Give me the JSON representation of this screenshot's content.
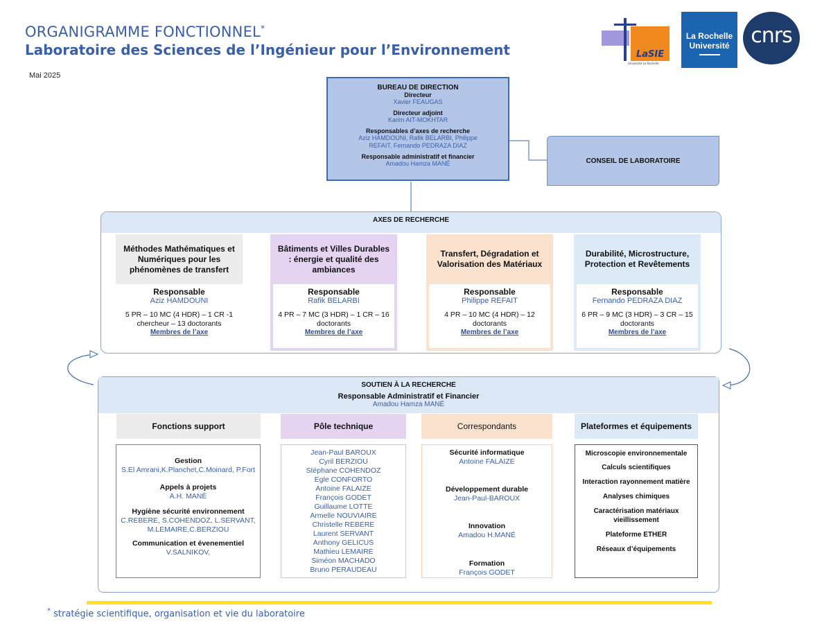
{
  "header": {
    "title": "ORGANIGRAMME FONCTIONNEL",
    "title_mark": "*",
    "subtitle": "Laboratoire des Sciences de l’Ingénieur pour l’Environnement",
    "date": "Mai 2025"
  },
  "logos": {
    "lasie": "LaSIE",
    "lasie_sub": "Université La Rochelle",
    "lr_line1": "La Rochelle",
    "lr_line2": "Université",
    "cnrs": "cnrs"
  },
  "bureau": {
    "title": "BUREAU DE DIRECTION",
    "directeur_role": "Directeur",
    "directeur_name": "Xavier FEAUGAS",
    "adjoint_role": "Directeur adjoint",
    "adjoint_name": "Karim AIT-MOKHTAR",
    "axes_role": "Responsables d’axes de recherche",
    "axes_names_1": "Aziz HAMDOUNI, Rafik BELARBI, Philippe",
    "axes_names_2": "REFAIT, Fernando PEDRAZA DIAZ",
    "admin_role": "Responsable administratif et financier",
    "admin_name": "Amadou Hamza MANÉ"
  },
  "conseil": {
    "label": "CONSEIL DE LABORATOIRE"
  },
  "axes": {
    "title": "AXES DE RECHERCHE",
    "items": [
      {
        "title": "Méthodes Mathématiques et Numériques pour les phénomènes de transfert",
        "resp_label": "Responsable",
        "resp_name": "Aziz HAMDOUNI",
        "stats": "5 PR – 10 MC (4 HDR) – 1 CR -1 chercheur – 13 doctorants",
        "members": "Membres de l’axe",
        "color": "#ececec"
      },
      {
        "title": "Bâtiments et Villes Durables : énergie et qualité des ambiances",
        "resp_label": "Responsable",
        "resp_name": "Rafik BELARBI",
        "stats": "4 PR – 7 MC (3 HDR) – 1 CR – 16 doctorants",
        "members": "Membres de l’axe",
        "color": "#e5d3f2"
      },
      {
        "title": "Transfert, Dégradation et Valorisation des Matériaux",
        "resp_label": "Responsable",
        "resp_name": "Philippe REFAIT",
        "stats": "4 PR – 10 MC (4 HDR) – 12 doctorants",
        "members": "Membres de l’axe",
        "color": "#fbe2cf"
      },
      {
        "title": "Durabilité, Microstructure, Protection et Revêtements",
        "resp_label": "Responsable",
        "resp_name": "Fernando PEDRAZA DIAZ",
        "stats": "6 PR – 9 MC (3 HDR) – 3 CR – 15 doctorants",
        "members": "Membres de l’axe",
        "color": "#dce9f6"
      }
    ]
  },
  "soutien": {
    "title": "SOUTIEN À LA RECHERCHE",
    "resp_role": "Responsable Administratif et Financier",
    "resp_name": "Amadou Hamza MANÉ",
    "fonctions": {
      "title": "Fonctions support",
      "gestion_label": "Gestion",
      "gestion_names": "S.El Amrani,K.Planchet,C.Moinard, P.Fort",
      "appels_label": "Appels à projets",
      "appels_names": "A.H. MANÉ",
      "hse_label": "Hygiène sécurité environnement",
      "hse_names": "C.REBERE, S.COHENDOZ, L.SERVANT, M.LEMAIRE,C.BERZIOU",
      "comm_label": "Communication et évenementiel",
      "comm_names": "V.SALNIKOV,"
    },
    "pole": {
      "title": "Pôle technique",
      "members": [
        "Jean-Paul BAROUX",
        "Cyril BERZIOU",
        "Stéphane COHENDOZ",
        "Egle CONFORTO",
        "Antoine FALAIZE",
        "François GODET",
        "Guillaume LOTTE",
        "Armelle NOUVIAIRE",
        "Christelle REBERE",
        "Laurent SERVANT",
        "Anthony GELICUS",
        "Mathieu LEMAIRE",
        "Siméon MACHADO",
        "Bruno PERAUDEAU"
      ]
    },
    "correspondants": {
      "title": "Correspondants",
      "items": [
        {
          "label": "Sécurité informatique",
          "name": "Antoine FALAIZE"
        },
        {
          "label": "Développement durable",
          "name": "Jean-Paul-BAROUX"
        },
        {
          "label": "Innovation",
          "name": "Amadou H.MANÉ"
        },
        {
          "label": "Formation",
          "name": "François GODET"
        }
      ]
    },
    "plateformes": {
      "title": "Plateformes et équipements",
      "items": [
        "Microscopie environnementale",
        "Calculs scientifiques",
        "Interaction rayonnement matière",
        "Analyses chimiques",
        "Caractérisation matériaux vieillissement",
        "Plateforme ETHER",
        "Réseaux d’équipements"
      ]
    }
  },
  "footnote": {
    "mark": "*",
    "text": "stratégie scientifique, organisation et vie du laboratoire"
  },
  "colors": {
    "accent": "#3a5fa8",
    "bureau": "#b3c6e7",
    "header_band": "#dce8f5",
    "pole": "#e5d3f2",
    "correspondants": "#fbe2cf",
    "fonctions": "#ececec",
    "plateformes": "#dce9f6",
    "footer_bar": "#ffe01a"
  }
}
